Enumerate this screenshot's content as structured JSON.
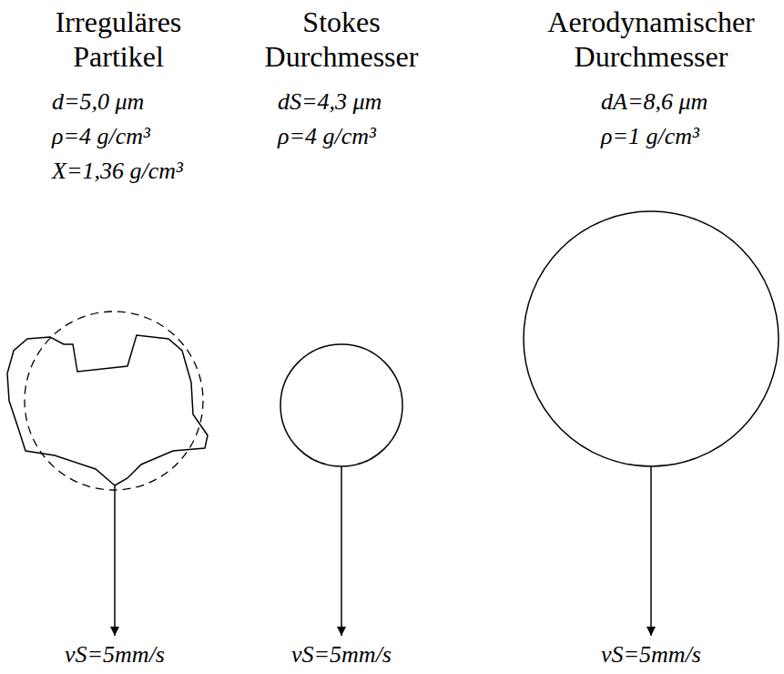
{
  "diagram": {
    "nodes": [
      {
        "text": [
          "Irreguläres Partikel",
          "d=5,0 μm",
          "ρ=4 g/cm³",
          "X=1,36 g/cm³"
        ]
      },
      {
        "text": [
          "Stokes Durchmesser",
          "dS=4,3 μm",
          "ρ=4 g/cm³"
        ]
      },
      {
        "text": [
          "Aerodynamischer Durchmesser",
          "dA=8,6 μm",
          "ρ=1 g/cm³"
        ]
      }
    ],
    "labels": [
      "vS=5mm/s",
      "vS=5mm/s",
      "vS=5mm/s"
    ]
  }
}
